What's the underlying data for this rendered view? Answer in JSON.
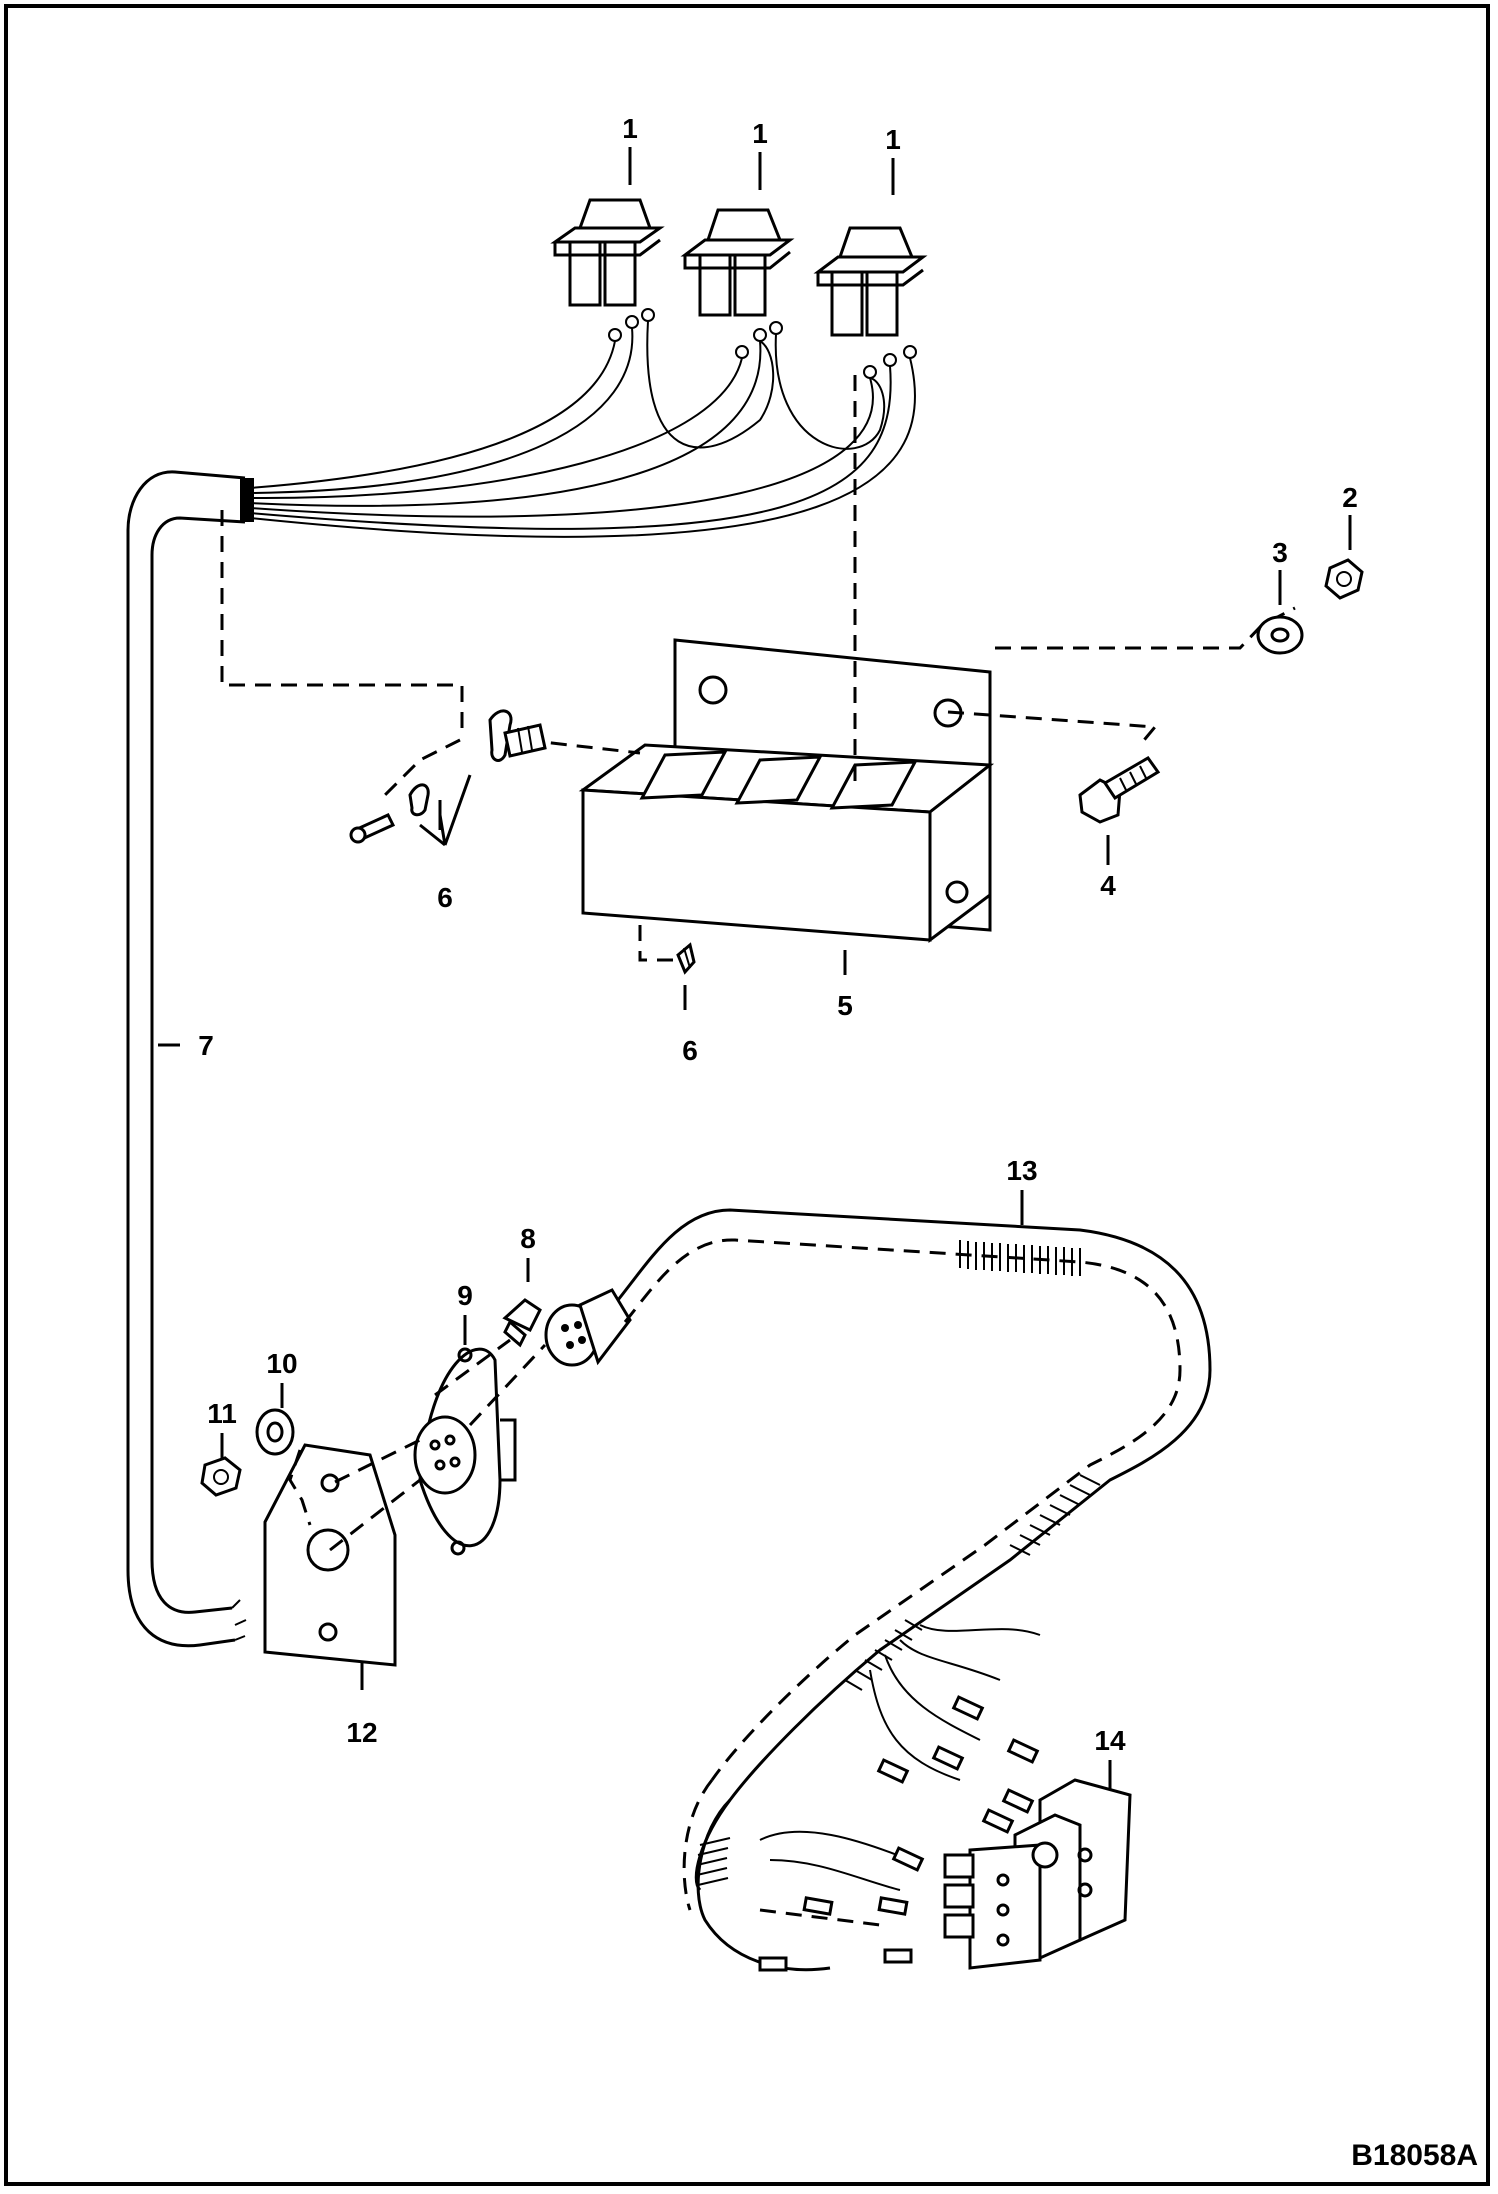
{
  "diagram": {
    "figure_id": "B18058A",
    "callouts": {
      "c1a": "1",
      "c1b": "1",
      "c1c": "1",
      "c2": "2",
      "c3": "3",
      "c4": "4",
      "c5": "5",
      "c6a": "6",
      "c6b": "6",
      "c7": "7",
      "c8": "8",
      "c9": "9",
      "c10": "10",
      "c11": "11",
      "c12": "12",
      "c13": "13",
      "c14": "14"
    }
  }
}
